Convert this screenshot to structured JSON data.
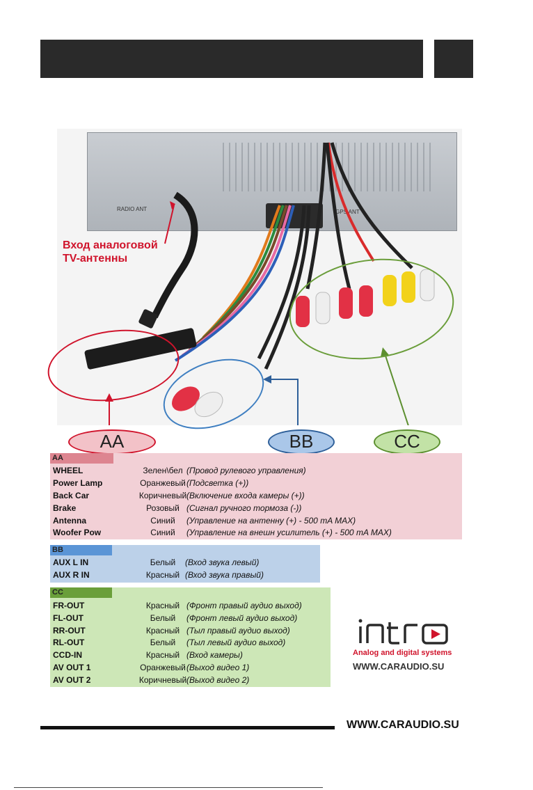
{
  "antenna_label": [
    "Вход аналоговой",
    "TV-антенны"
  ],
  "photo_stamps": {
    "radio_ant": "RADIO ANT",
    "gps": "GPS ANT"
  },
  "labels": {
    "aa": "AA",
    "bb": "BB",
    "cc": "CC"
  },
  "sections": {
    "aa": {
      "title": "AA",
      "rows": [
        {
          "name": "WHEEL",
          "color": "Зелен\\бел",
          "desc": "(Провод рулевого управления)"
        },
        {
          "name": "Power Lamp",
          "color": "Оранжевый",
          "desc": "(Подсветка (+))"
        },
        {
          "name": "Back Car",
          "color": "Коричневый",
          "desc": "(Включение входа камеры (+))"
        },
        {
          "name": "Brake",
          "color": "Розовый",
          "desc": "(Сигнал ручного тормоза (-))"
        },
        {
          "name": "Antenna",
          "color": "Синий",
          "desc": "(Управление на антенну (+) - 500 mA MAX)"
        },
        {
          "name": "Woofer Pow",
          "color": "Синий",
          "desc": "(Управление на внешн усилитель (+) - 500 mA MAX)"
        }
      ]
    },
    "bb": {
      "title": "BB",
      "rows": [
        {
          "name": "AUX L  IN",
          "color": "Белый",
          "desc": "(Вход звука левый)"
        },
        {
          "name": "AUX R  IN",
          "color": "Красный",
          "desc": "(Вход звука правый)"
        }
      ]
    },
    "cc": {
      "title": "CC",
      "rows": [
        {
          "name": "FR-OUT",
          "color": "Красный",
          "desc": "(Фронт правый аудио выход)"
        },
        {
          "name": "FL-OUT",
          "color": "Белый",
          "desc": "(Фронт левый аудио выход)"
        },
        {
          "name": "RR-OUT",
          "color": "Красный",
          "desc": "(Тыл правый аудио выход)"
        },
        {
          "name": "RL-OUT",
          "color": "Белый",
          "desc": "(Тыл левый аудио выход)"
        },
        {
          "name": "CCD-IN",
          "color": "Красный",
          "desc": "(Вход камеры)"
        },
        {
          "name": "AV  OUT 1",
          "color": "Оранжевый",
          "desc": "(Выход видео 1)"
        },
        {
          "name": "AV  OUT 2",
          "color": "Коричневый",
          "desc": "(Выход видео 2)"
        }
      ]
    }
  },
  "logo": {
    "brand": "intro",
    "tagline": "Analog and digital systems",
    "url": "WWW.CARAUDIO.SU"
  },
  "footer_url": "WWW.CARAUDIO.SU",
  "colors": {
    "aa": "#d0142c",
    "bb": "#3f7fc1",
    "cc": "#6a9d3a"
  }
}
